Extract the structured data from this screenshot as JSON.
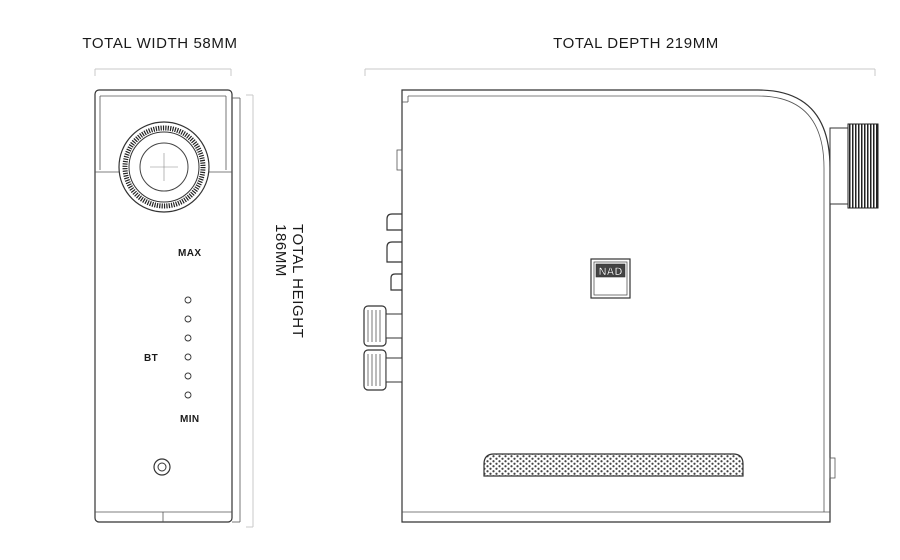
{
  "dimensions": {
    "width_label": "TOTAL WIDTH 58MM",
    "depth_label": "TOTAL DEPTH 219MM",
    "height_label_line1": "TOTAL HEIGHT",
    "height_label_line2": "186MM"
  },
  "front_panel": {
    "max_label": "MAX",
    "min_label": "MIN",
    "bt_label": "BT",
    "volume_leds": 6
  },
  "side_view": {
    "logo_text": "NAD"
  },
  "colors": {
    "line": "#333333",
    "dimension_line": "#c8c8c8",
    "text": "#1a1a1a"
  }
}
